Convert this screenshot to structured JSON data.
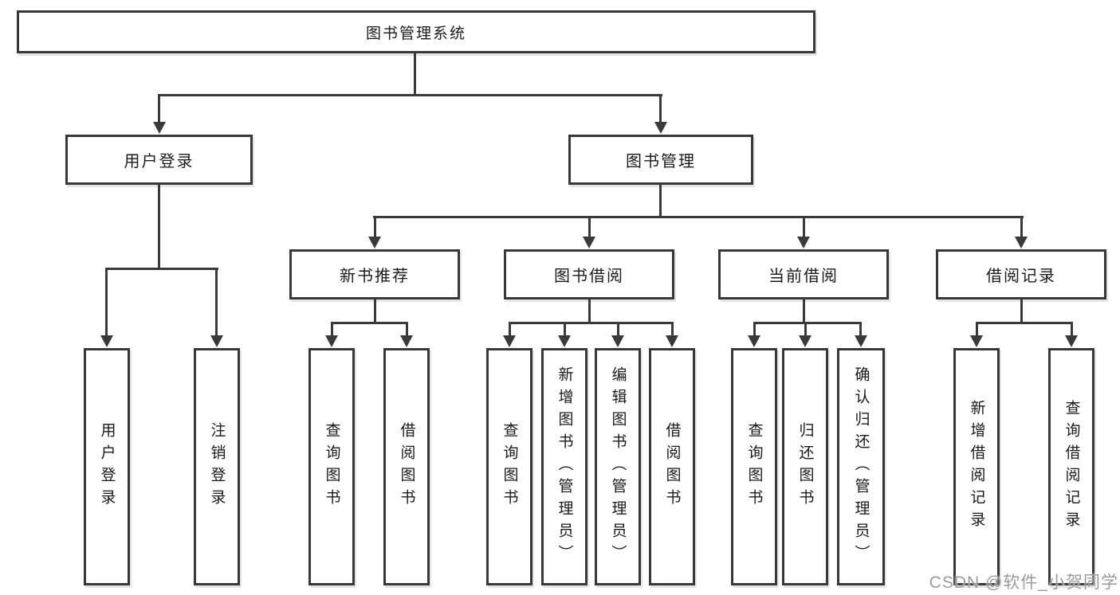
{
  "tree": {
    "root": "图书管理系统",
    "userLogin": {
      "label": "用户登录",
      "children": [
        "用户登录",
        "注销登录"
      ]
    },
    "bookManagement": {
      "label": "图书管理",
      "children": {
        "newBooks": {
          "label": "新书推荐",
          "children": [
            "查询图书",
            "借阅图书"
          ]
        },
        "borrow": {
          "label": "图书借阅",
          "children": [
            "查询图书",
            "新增图书（管理员）",
            "编辑图书（管理员）",
            "借阅图书"
          ]
        },
        "current": {
          "label": "当前借阅",
          "children": [
            "查询图书",
            "归还图书",
            "确认归还（管理员）"
          ]
        },
        "records": {
          "label": "借阅记录",
          "children": [
            "新增借阅记录",
            "查询借阅记录"
          ]
        }
      }
    }
  },
  "watermark": {
    "text": "CSDN @软件_小贺同学"
  },
  "colors": {
    "line": "#3a3a3a",
    "box_border": "#383838",
    "text": "#1a1a1a",
    "watermark": "#9b9b9b",
    "background": "#ffffff"
  }
}
